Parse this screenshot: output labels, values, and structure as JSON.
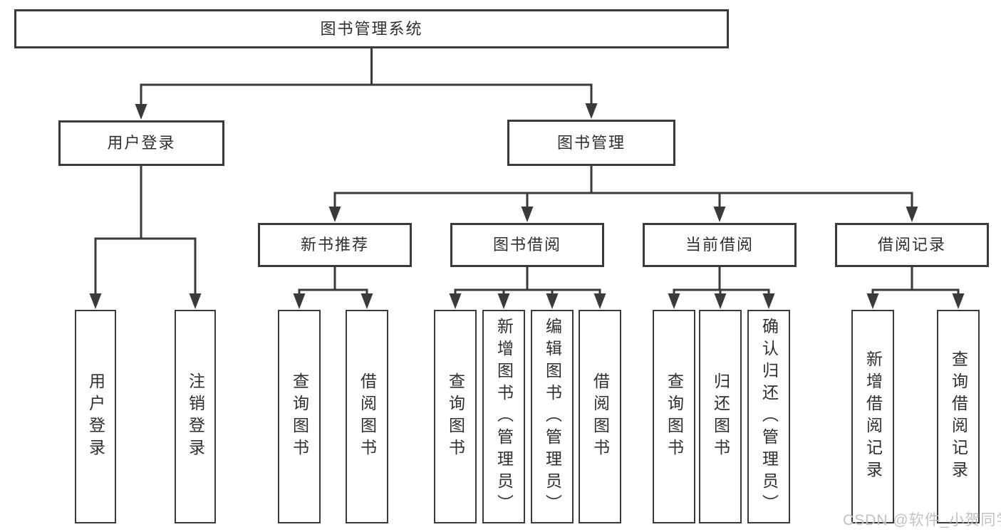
{
  "diagram_title": "图书管理系统",
  "tree": {
    "root": {
      "label": "图书管理系统"
    },
    "branches": [
      {
        "label": "用户登录",
        "leaves": [
          "用户登录",
          "注销登录"
        ]
      },
      {
        "label": "图书管理",
        "sections": [
          {
            "label": "新书推荐",
            "leaves": [
              "查询图书",
              "借阅图书"
            ]
          },
          {
            "label": "图书借阅",
            "leaves": [
              "查询图书",
              "新增图书（管理员）",
              "编辑图书（管理员）",
              "借阅图书"
            ]
          },
          {
            "label": "当前借阅",
            "leaves": [
              "查询图书",
              "归还图书",
              "确认归还（管理员）"
            ]
          },
          {
            "label": "借阅记录",
            "leaves": [
              "新增借阅记录",
              "查询借阅记录"
            ]
          }
        ]
      }
    ]
  },
  "watermark": {
    "text": "CSDN @软件_小贺同学"
  },
  "colors": {
    "line": "#3a3a3a",
    "text": "#2f2f2f",
    "watermark": "#c2c2c2",
    "background": "#ffffff"
  }
}
